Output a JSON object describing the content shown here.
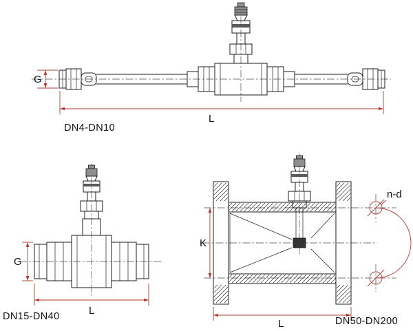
{
  "page": {
    "background": "#ffffff"
  },
  "colors": {
    "line": "#1c1c1c",
    "dimension": "#b23a2e",
    "centerline": "#4a4a4a",
    "text": "#111111"
  },
  "views": {
    "top": {
      "label": "DN4-DN10",
      "dim_g": "G",
      "dim_l": "L"
    },
    "bottom_left": {
      "label": "DN15-DN40",
      "dim_g": "G",
      "dim_l": "L"
    },
    "bottom_right": {
      "label": "DN50-DN200",
      "dim_k": "K",
      "dim_l": "L",
      "dim_nd": "n-d"
    }
  }
}
